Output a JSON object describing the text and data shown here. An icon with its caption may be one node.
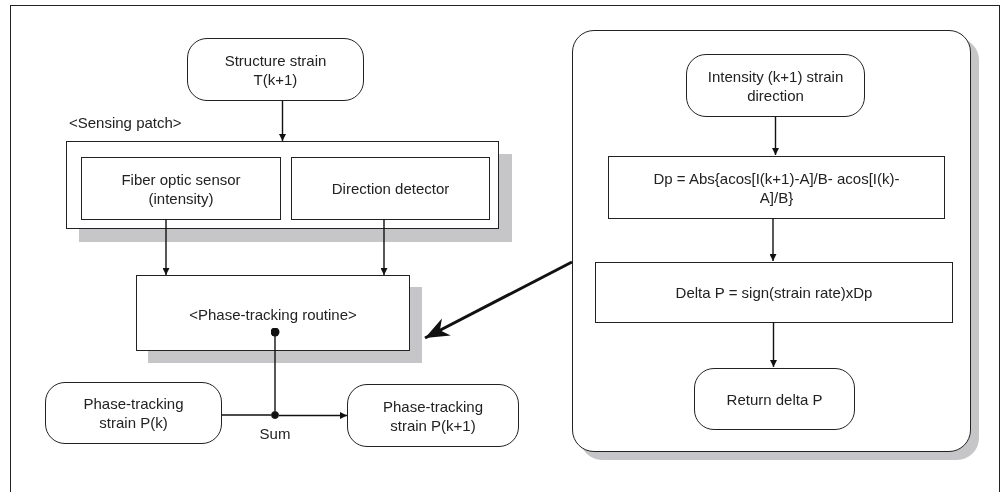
{
  "diagram": {
    "nodes": [
      {
        "text": [
          "Structure strain T(k+1)"
        ]
      },
      {
        "text": [
          "<Sensing patch>"
        ]
      },
      {
        "text": [
          "Fiber optic sensor (intensity)"
        ],
        "in": 1
      },
      {
        "text": [
          "Direction detector"
        ],
        "in": 1
      },
      {
        "text": [
          "<Phase-tracking routine>"
        ]
      },
      {
        "text": [
          "Phase-tracking strain P(k)"
        ]
      },
      {
        "text": [],
        "shape": "circle",
        "beside": [
          "Sum"
        ]
      },
      {
        "text": [
          "Phase-tracking strain P(k+1)"
        ]
      },
      {
        "text": [],
        "shape": "box"
      },
      {
        "text": [
          "Intensity (k+1) strain direction"
        ],
        "in": 8
      },
      {
        "text": [
          "Dp = Abs{acos[I(k+1)-A]/B- acos[I(k)-A]/B}"
        ],
        "in": 8
      },
      {
        "text": [
          "Delta P = sign(strain rate)xDp"
        ],
        "in": 8
      },
      {
        "text": [
          "Return delta P"
        ],
        "in": 8
      }
    ],
    "edges": [
      {
        "from": 0,
        "to": 1,
        "arrow": "to"
      },
      {
        "from": 2,
        "to": 4,
        "arrow": "to"
      },
      {
        "from": 3,
        "to": 4,
        "arrow": "to"
      },
      {
        "from": 4,
        "to": 6,
        "arrow": "other"
      },
      {
        "from": 5,
        "to": 6,
        "arrow": "none"
      },
      {
        "from": 6,
        "to": 7,
        "arrow": "to"
      },
      {
        "from": 8,
        "to": 4,
        "arrow": "to",
        "style": "thick"
      },
      {
        "from": 9,
        "to": 10,
        "arrow": "to"
      },
      {
        "from": 10,
        "to": 11,
        "arrow": "to"
      },
      {
        "from": 11,
        "to": 12,
        "arrow": "to"
      }
    ]
  }
}
